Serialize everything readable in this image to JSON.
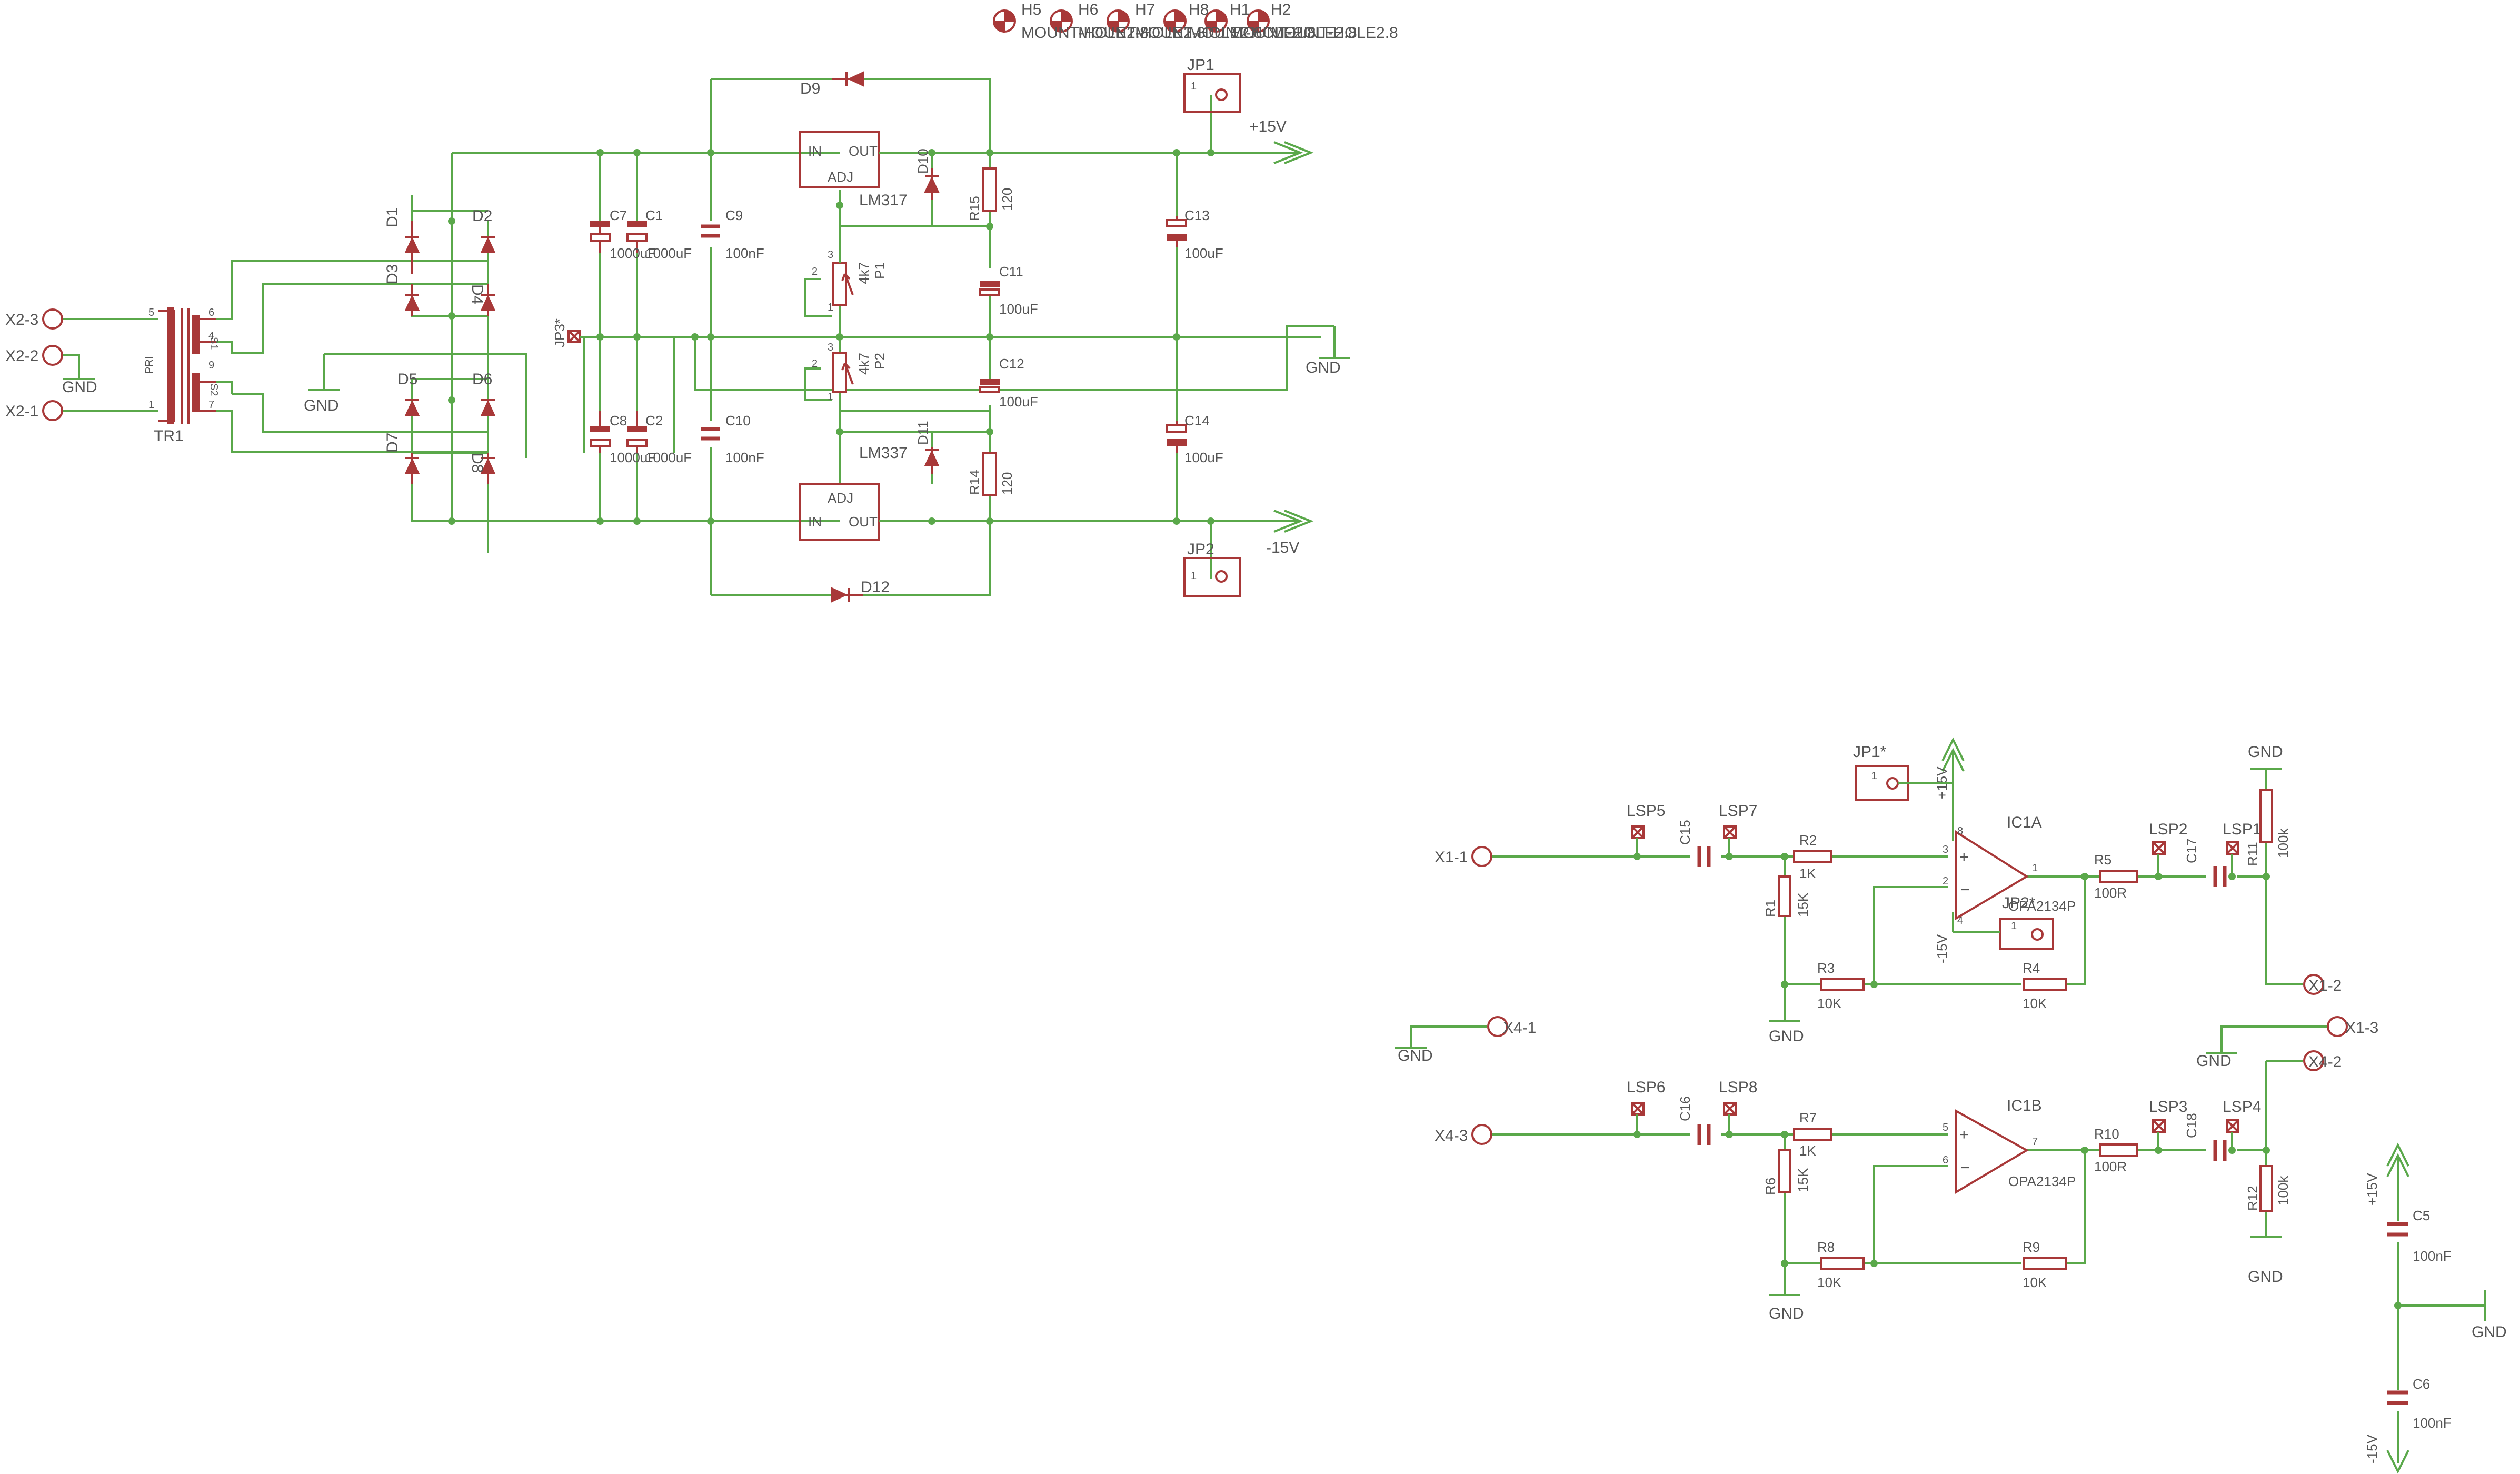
{
  "diagram": {
    "holes": [
      "H5",
      "H6",
      "H7",
      "H8",
      "H1",
      "H2"
    ],
    "holes_sub": "MOUNT-HOLE2.8",
    "transformer": {
      "ref": "TR1",
      "pri": "PRI",
      "s1": "S1",
      "s2": "S2",
      "p5": "5",
      "p1": "1",
      "p6": "6",
      "p4": "4",
      "p9": "9",
      "p7": "7"
    },
    "connectors": {
      "x2_3": "X2-3",
      "x2_2": "X2-2",
      "x2_1": "X2-1",
      "x1_1": "X1-1",
      "x1_2": "X1-2",
      "x1_3": "X1-3",
      "x4_1": "X4-1",
      "x4_2": "X4-2",
      "x4_3": "X4-3"
    },
    "gnd": "GND",
    "diodes": {
      "d1": "D1",
      "d2": "D2",
      "d3": "D3",
      "d4": "D4",
      "d5": "D5",
      "d6": "D6",
      "d7": "D7",
      "d8": "D8",
      "d9": "D9",
      "d10": "D10",
      "d11": "D11",
      "d12": "D12"
    },
    "caps": {
      "c7": "C7",
      "c1": "C1",
      "c8": "C8",
      "c2": "C2",
      "c9": "C9",
      "c10": "C10",
      "c11": "C11",
      "c12": "C12",
      "c13": "C13",
      "c14": "C14",
      "c15": "C15",
      "c16": "C16",
      "c17": "C17",
      "c18": "C18",
      "c5": "C5",
      "c6": "C6",
      "v1000": "1000uF",
      "v100nf": "100nF",
      "v100uf": "100uF"
    },
    "regs": {
      "lm317": "LM317",
      "lm337": "LM337",
      "in": "IN",
      "out": "OUT",
      "adj": "ADJ"
    },
    "res": {
      "r15": "R15",
      "r14": "R14",
      "v120": "120",
      "p1": "P1",
      "p2": "P2",
      "v4k7": "4k7",
      "r1": "R1",
      "r2": "R2",
      "r3": "R3",
      "r4": "R4",
      "r5": "R5",
      "r6": "R6",
      "r7": "R7",
      "r8": "R8",
      "r9": "R9",
      "r10": "R10",
      "r11": "R11",
      "r12": "R12",
      "v15k": "15K",
      "v1k": "1K",
      "v10k": "10K",
      "v100r": "100R",
      "v100k": "100k"
    },
    "jumpers": {
      "jp1": "JP1",
      "jp2": "JP2",
      "jp3": "JP3*",
      "jp1b": "JP1*",
      "jp2b": "JP2*"
    },
    "rails": {
      "pos": "+15V",
      "neg": "-15V"
    },
    "opamps": {
      "ic1a": "IC1A",
      "ic1b": "IC1B",
      "part": "OPA2134P"
    },
    "lsp": {
      "lsp1": "LSP1",
      "lsp2": "LSP2",
      "lsp3": "LSP3",
      "lsp4": "LSP4",
      "lsp5": "LSP5",
      "lsp6": "LSP6",
      "lsp7": "LSP7",
      "lsp8": "LSP8"
    },
    "pins": {
      "one": "1",
      "two": "2",
      "three": "3",
      "four": "4",
      "five": "5",
      "six": "6",
      "seven": "7",
      "eight": "8"
    }
  }
}
